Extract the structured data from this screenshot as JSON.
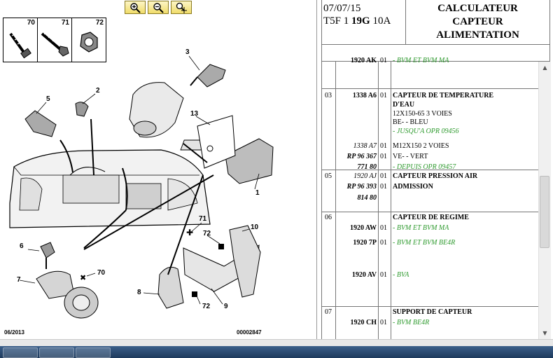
{
  "toolbar": {
    "zoom_in": "zoom-in",
    "zoom_out": "zoom-out",
    "zoom_fit": "zoom-fit"
  },
  "diagram": {
    "hardware_labels": [
      "70",
      "71",
      "72"
    ],
    "callouts": [
      "1",
      "2",
      "3",
      "5",
      "6",
      "7",
      "8",
      "9",
      "10",
      "13",
      "70",
      "71",
      "72",
      "72"
    ],
    "date": "06/2013",
    "reference": "00002847"
  },
  "header": {
    "date": "07/07/15",
    "code_pre": "T5F 1 ",
    "code_bold": "19G",
    "code_post": " 10A",
    "title_lines": [
      "CALCULATEUR",
      "CAPTEUR",
      "ALIMENTATION"
    ]
  },
  "table": {
    "rows": [
      {
        "num": "",
        "lines": [
          {
            "ref": "1920 AK",
            "ref_style": "b",
            "qty": "01",
            "text": "- BVM ET BVM MA",
            "style": "g"
          }
        ]
      },
      {
        "num": "03",
        "lines": [
          {
            "ref": "1338 A6",
            "ref_style": "b",
            "qty": "01",
            "text": "CAPTEUR DE TEMPERATURE",
            "style": "b"
          },
          {
            "ref": "",
            "qty": "",
            "text": "D'EAU",
            "style": "b"
          },
          {
            "ref": "",
            "qty": "",
            "text": "12X150-65 3 VOIES",
            "style": ""
          },
          {
            "ref": "",
            "qty": "",
            "text": "BE- - BLEU",
            "style": ""
          },
          {
            "ref": "",
            "qty": "",
            "text": "- JUSQU'A OPR 09456",
            "style": "g"
          },
          {
            "ref": "1338 A7",
            "ref_style": "i",
            "qty": "01",
            "text": "M12X150 2 VOIES",
            "style": ""
          },
          {
            "ref": "RP 96 367",
            "ref_style": "bi",
            "qty": "01",
            "text": "VE- - VERT",
            "style": ""
          },
          {
            "ref": "771 80",
            "ref_style": "bi",
            "qty": "",
            "text": "- DEPUIS OPR 09457",
            "style": "g"
          }
        ]
      },
      {
        "num": "05",
        "lines": [
          {
            "ref": "1920 AJ",
            "ref_style": "i",
            "qty": "01",
            "text": "CAPTEUR PRESSION AIR",
            "style": "b"
          },
          {
            "ref": "RP 96 393",
            "ref_style": "bi",
            "qty": "01",
            "text": "ADMISSION",
            "style": "b"
          },
          {
            "ref": "814 80",
            "ref_style": "bi",
            "qty": "",
            "text": "",
            "style": ""
          }
        ]
      },
      {
        "num": "06",
        "lines": [
          {
            "ref": "",
            "qty": "",
            "text": "CAPTEUR DE REGIME",
            "style": "b"
          },
          {
            "ref": "1920 AW",
            "ref_style": "b",
            "qty": "01",
            "text": "- BVM ET BVM MA",
            "style": "g"
          },
          {
            "ref": "1920 7P",
            "ref_style": "b",
            "qty": "01",
            "text": "- BVM ET BVM BE4R",
            "style": "g"
          },
          {
            "ref": "1920 AV",
            "ref_style": "b",
            "qty": "01",
            "text": "- BVA",
            "style": "g"
          }
        ]
      },
      {
        "num": "07",
        "lines": [
          {
            "ref": "",
            "qty": "",
            "text": "SUPPORT DE CAPTEUR",
            "style": "b"
          },
          {
            "ref": "1920 CH",
            "ref_style": "b",
            "qty": "01",
            "text": "- BVM BE4R",
            "style": "g"
          }
        ]
      }
    ]
  },
  "colors": {
    "green_text": "#2e9a2e",
    "grid": "#777777",
    "taskbar": "#1e3a5c"
  }
}
